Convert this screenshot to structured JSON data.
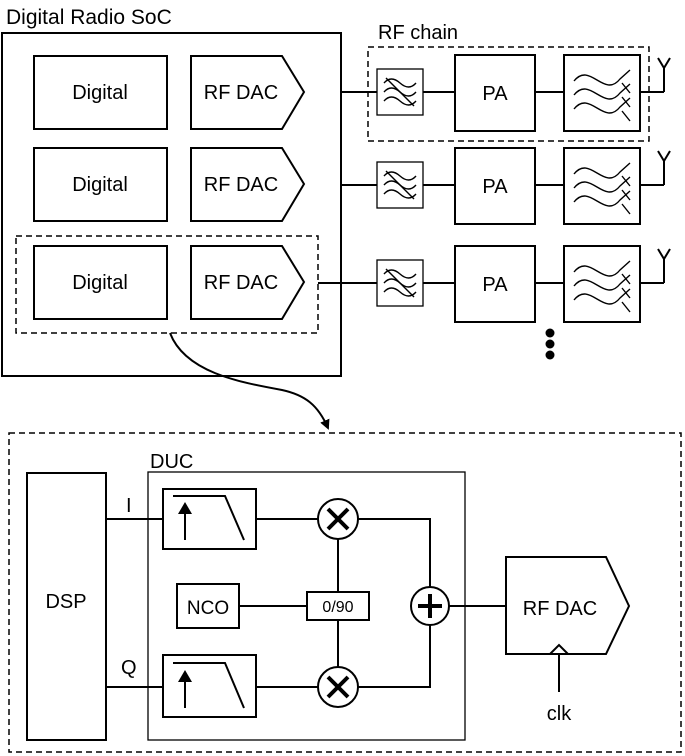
{
  "soc": {
    "title": "Digital Radio SoC",
    "digital_label": "Digital",
    "rf_dac_label": "RF DAC"
  },
  "rf_chain": {
    "title": "RF chain",
    "pa_label": "PA"
  },
  "detail": {
    "duc_title": "DUC",
    "dsp_label": "DSP",
    "i_label": "I",
    "q_label": "Q",
    "nco_label": "NCO",
    "phase_label": "0/90",
    "rf_dac_label": "RF DAC",
    "clk_label": "clk"
  }
}
